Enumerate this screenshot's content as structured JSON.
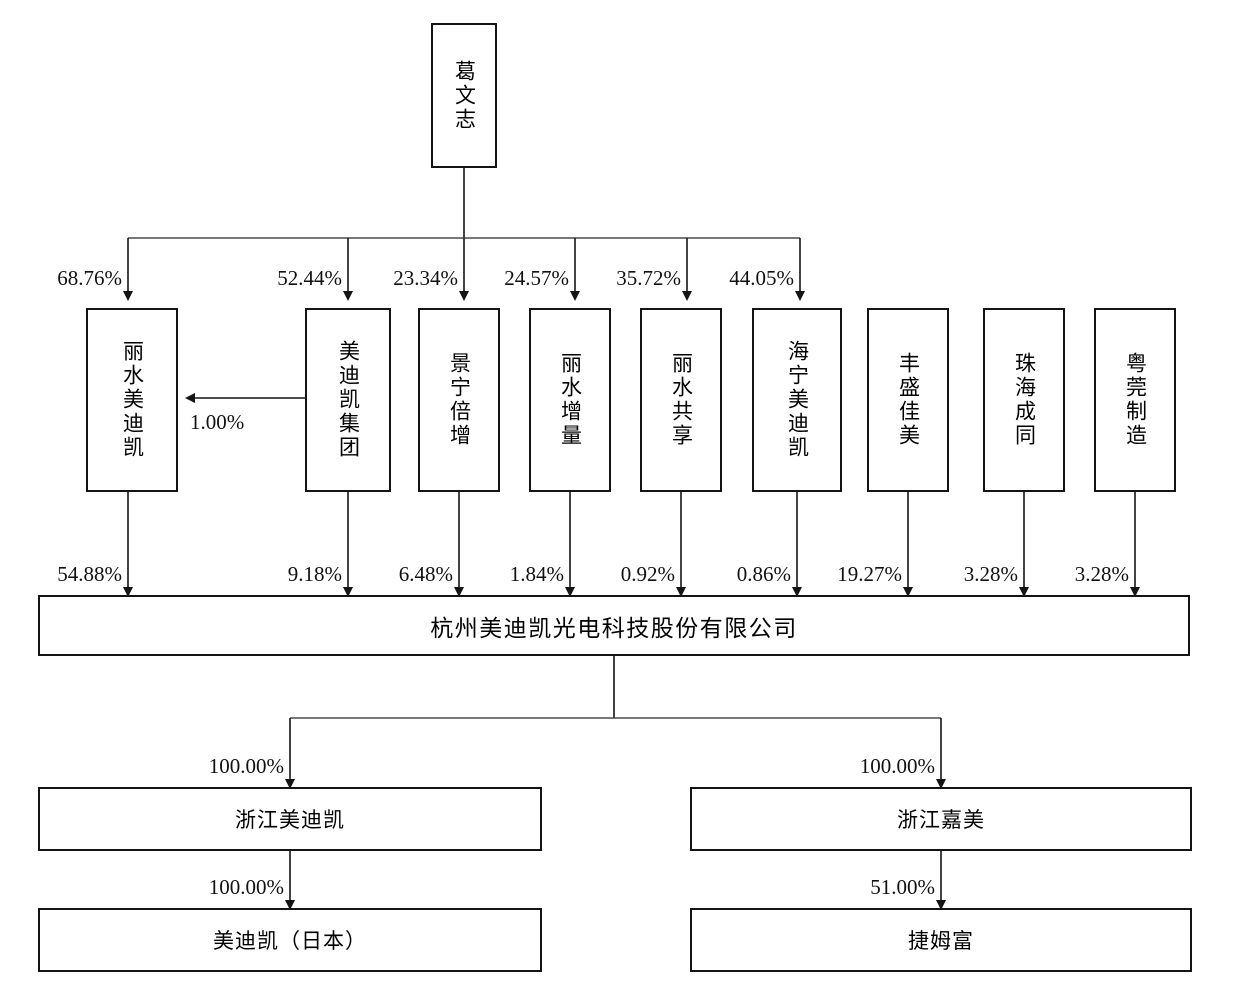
{
  "diagram": {
    "type": "ownership-structure-chart",
    "title": "",
    "root": {
      "id": "ge-wen-zhi",
      "label": "葛文志",
      "orientation": "vertical"
    },
    "shareholder_boxes": [
      {
        "id": "lishui-meidikai",
        "label": "丽水美迪凯",
        "orientation": "vertical"
      },
      {
        "id": "meidikai-jituan",
        "label": "美迪凯集团",
        "orientation": "vertical"
      },
      {
        "id": "jingning-beizeng",
        "label": "景宁倍增",
        "orientation": "vertical"
      },
      {
        "id": "lishui-zengliang",
        "label": "丽水增量",
        "orientation": "vertical"
      },
      {
        "id": "lishui-gongxiang",
        "label": "丽水共享",
        "orientation": "vertical"
      },
      {
        "id": "haining-meidikai",
        "label": "海宁美迪凯",
        "orientation": "vertical"
      },
      {
        "id": "fengsheng-jiamei",
        "label": "丰盛佳美",
        "orientation": "vertical"
      },
      {
        "id": "zhuhai-chengtong",
        "label": "珠海成同",
        "orientation": "vertical"
      },
      {
        "id": "yueguan-zhizao",
        "label": "粤莞制造",
        "orientation": "vertical"
      }
    ],
    "company": {
      "id": "hangzhou-meidikai",
      "label": "杭州美迪凯光电科技股份有限公司"
    },
    "subsidiaries": [
      {
        "id": "zhejiang-meidikai",
        "label": "浙江美迪凯"
      },
      {
        "id": "zhejiang-jiamei",
        "label": "浙江嘉美"
      }
    ],
    "sub_subsidiaries": [
      {
        "id": "meidikai-japan",
        "label": "美迪凯（日本）"
      },
      {
        "id": "jiemufu",
        "label": "捷姆富"
      }
    ],
    "ownership_top": [
      {
        "from": "ge-wen-zhi",
        "to": "lishui-meidikai",
        "percent": "68.76%"
      },
      {
        "from": "ge-wen-zhi",
        "to": "meidikai-jituan",
        "percent": "52.44%"
      },
      {
        "from": "ge-wen-zhi",
        "to": "jingning-beizeng",
        "percent": "23.34%"
      },
      {
        "from": "ge-wen-zhi",
        "to": "lishui-zengliang",
        "percent": "24.57%"
      },
      {
        "from": "ge-wen-zhi",
        "to": "lishui-gongxiang",
        "percent": "35.72%"
      },
      {
        "from": "ge-wen-zhi",
        "to": "haining-meidikai",
        "percent": "44.05%"
      }
    ],
    "ownership_cross": [
      {
        "from": "meidikai-jituan",
        "to": "lishui-meidikai",
        "percent": "1.00%"
      }
    ],
    "ownership_to_company": [
      {
        "from": "lishui-meidikai",
        "percent": "54.88%"
      },
      {
        "from": "meidikai-jituan",
        "percent": "9.18%"
      },
      {
        "from": "jingning-beizeng",
        "percent": "6.48%"
      },
      {
        "from": "lishui-zengliang",
        "percent": "1.84%"
      },
      {
        "from": "lishui-gongxiang",
        "percent": "0.92%"
      },
      {
        "from": "haining-meidikai",
        "percent": "0.86%"
      },
      {
        "from": "fengsheng-jiamei",
        "percent": "19.27%"
      },
      {
        "from": "zhuhai-chengtong",
        "percent": "3.28%"
      },
      {
        "from": "yueguan-zhizao",
        "percent": "3.28%"
      }
    ],
    "ownership_bottom": [
      {
        "from": "hangzhou-meidikai",
        "to": "zhejiang-meidikai",
        "percent": "100.00%"
      },
      {
        "from": "hangzhou-meidikai",
        "to": "zhejiang-jiamei",
        "percent": "100.00%"
      },
      {
        "from": "zhejiang-meidikai",
        "to": "meidikai-japan",
        "percent": "100.00%"
      },
      {
        "from": "zhejiang-jiamei",
        "to": "jiemufu",
        "percent": "51.00%"
      }
    ],
    "colors": {
      "line": "#141414",
      "line_light": "#5a5a5a",
      "box_border": "#141414",
      "box_fill": "#ffffff",
      "text": "#000000"
    }
  }
}
